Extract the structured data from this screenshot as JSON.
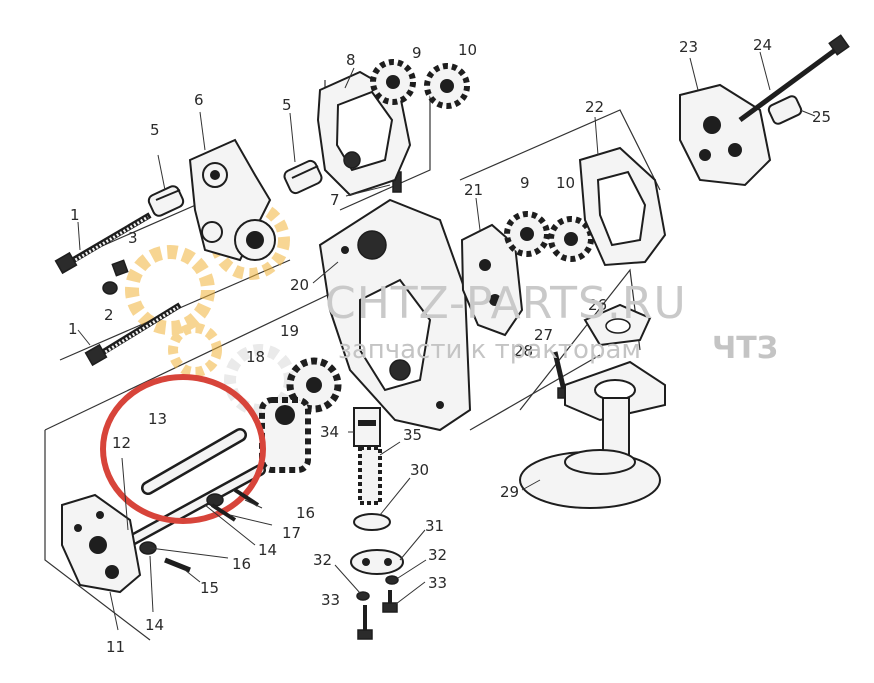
{
  "labels": {
    "p1a": "1",
    "p1b": "1",
    "p2": "2",
    "p3": "3",
    "p5a": "5",
    "p5b": "5",
    "p6": "6",
    "p7": "7",
    "p8": "8",
    "p9a": "9",
    "p9b": "9",
    "p10a": "10",
    "p10b": "10",
    "p11": "11",
    "p12": "12",
    "p13": "13",
    "p14a": "14",
    "p14b": "14",
    "p15": "15",
    "p16a": "16",
    "p16b": "16",
    "p17": "17",
    "p18": "18",
    "p19": "19",
    "p20": "20",
    "p21": "21",
    "p22": "22",
    "p23": "23",
    "p24": "24",
    "p25": "25",
    "p26": "26",
    "p27": "27",
    "p28": "28",
    "p29": "29",
    "p30": "30",
    "p31": "31",
    "p32a": "32",
    "p32b": "32",
    "p33a": "33",
    "p33b": "33",
    "p34": "34",
    "p35": "35"
  },
  "watermark": {
    "main": "CHTZ-PARTS.RU",
    "sub": "запчасти к тракторам",
    "brand": "ЧТЗ"
  },
  "colors": {
    "highlight": "#d7443a",
    "gear_watermark": "#f2b43a",
    "ink": "#1e1e1e"
  }
}
